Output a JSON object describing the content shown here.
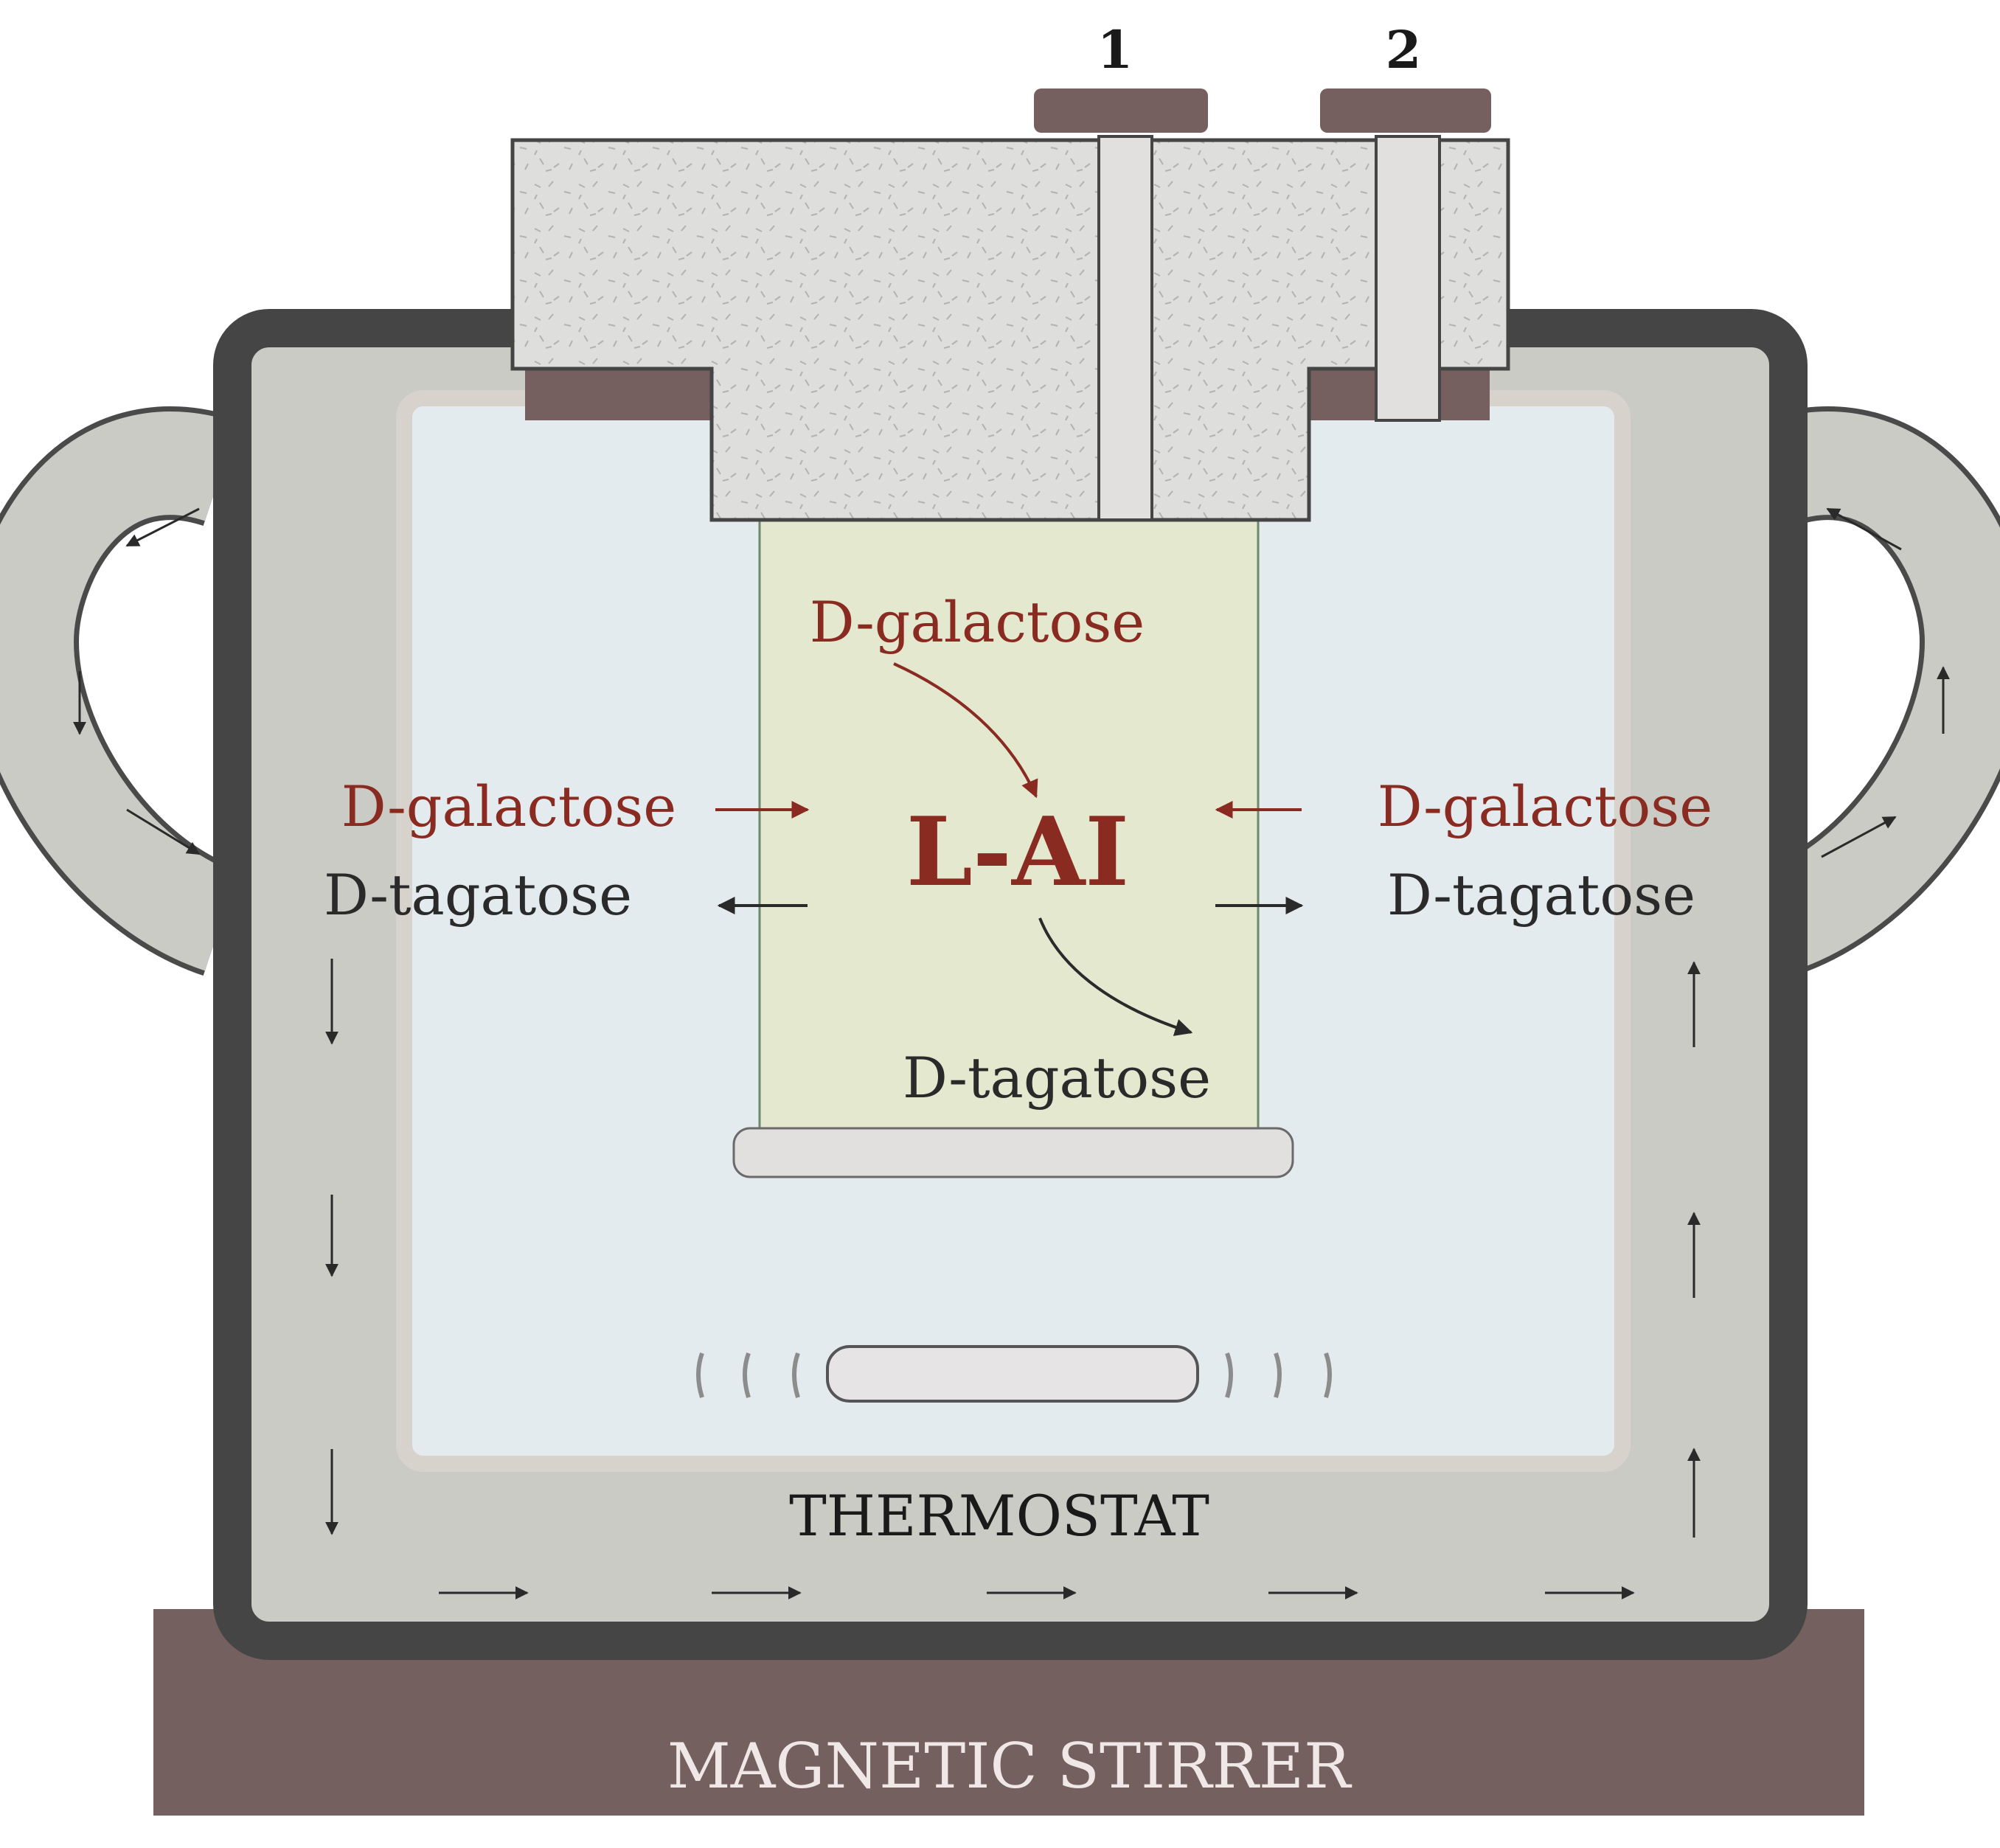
{
  "diagram": {
    "ports": {
      "port1": "1",
      "port2": "2"
    },
    "labels": {
      "enzyme": "L-AI",
      "galactose_top": "D-galactose",
      "galactose_left": "D-galactose",
      "galactose_right": "D-galactose",
      "tagatose_left": "D-tagatose",
      "tagatose_right": "D-tagatose",
      "tagatose_bottom": "D-tagatose",
      "thermostat": "THERMOSTAT",
      "stirrer": "MAGNETIC STIRRER"
    },
    "colors": {
      "substrate_red": "#8a2b22",
      "product_dark": "#2a2a2a",
      "jacket_outline": "#454545",
      "jacket_fill": "#c9cbc4",
      "vessel_liquid": "#e4ebee",
      "enzyme_zone": "#e3e8cf",
      "lid_stone": "#dededc",
      "stopper_brown": "#75605f",
      "stirrer_base": "#74605e",
      "stirrer_text": "#efe8e6"
    },
    "icons": [
      "flow-arrow-icon",
      "stir-bar-icon"
    ]
  }
}
